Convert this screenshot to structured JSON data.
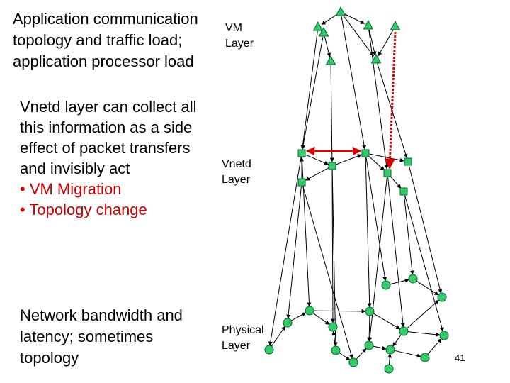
{
  "texts": {
    "app_line1": "Application communication",
    "app_line2": "topology and traffic load;",
    "app_line3": "application processor load",
    "vnetd_line1": "Vnetd layer can collect all",
    "vnetd_line2": "this information as a side",
    "vnetd_line3": "effect of packet transfers",
    "vnetd_line4": "and invisibly act",
    "bullet1": "• VM Migration",
    "bullet2": "• Topology change",
    "net_line1": "Network bandwidth and",
    "net_line2": "latency; sometimes",
    "net_line3": "topology",
    "vm_label1": "VM",
    "vm_label2": "Layer",
    "vnetd_label1": "Vnetd",
    "vnetd_label2": "Layer",
    "phys_label1": "Physical",
    "phys_label2": "Layer",
    "page_number": "41"
  },
  "colors": {
    "node_fill": "#33cc66",
    "node_stroke": "#006633",
    "edge": "#000000",
    "highlight": "#dd0000",
    "bullet_text": "#cc0000"
  }
}
